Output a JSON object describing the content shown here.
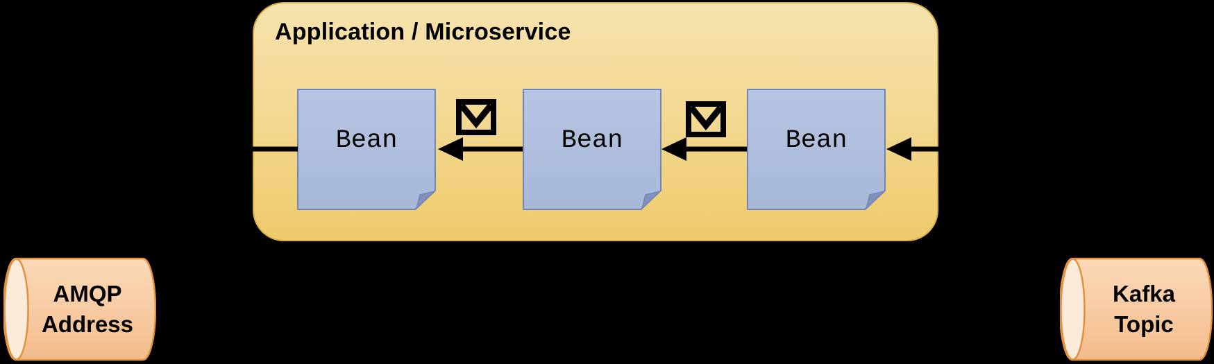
{
  "diagram": {
    "application": {
      "title": "Application / Microservice"
    },
    "beans": [
      {
        "label": "Bean"
      },
      {
        "label": "Bean"
      },
      {
        "label": "Bean"
      }
    ],
    "stores": {
      "amqp": {
        "line1": "AMQP",
        "line2": "Address"
      },
      "kafka": {
        "line1": "Kafka",
        "line2": "Topic"
      }
    },
    "icons": {
      "message": "envelope-icon",
      "flow_direction": "right-to-left-arrows"
    },
    "colors": {
      "background": "#000000",
      "container_fill_top": "#f6e2ae",
      "container_fill_bottom": "#eeca6c",
      "container_border": "#d9ae48",
      "bean_fill": "#aebdde",
      "bean_border": "#7185b3",
      "bean_fold": "#8091bd",
      "cylinder_fill": "#f8cba4",
      "cylinder_cap": "#fceadb",
      "cylinder_border": "#e2913f",
      "arrow": "#000000",
      "text": "#000000"
    }
  }
}
